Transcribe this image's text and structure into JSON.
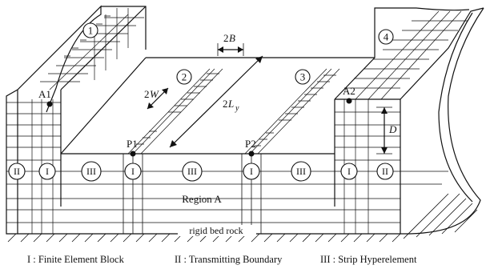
{
  "zones": {
    "z1": "1",
    "z2": "2",
    "z3": "3",
    "z4": "4"
  },
  "points": {
    "a1": "A1",
    "a2": "A2",
    "p1": "P1",
    "p2": "P2"
  },
  "dimensions": {
    "two_b_num": "2",
    "two_b_var": "B",
    "two_w_num": "2",
    "two_w_var": "W",
    "two_l_num": "2",
    "two_l_var": "L",
    "two_l_sub": "y",
    "d": "D"
  },
  "block_labels": {
    "I": "I",
    "II": "II",
    "III": "III"
  },
  "region_a": "Region A",
  "bedrock": "rigid bed rock",
  "legend": {
    "item1": "I : Finite Element Block",
    "item2": "II : Transmitting Boundary",
    "item3": "III : Strip Hyperelement"
  }
}
